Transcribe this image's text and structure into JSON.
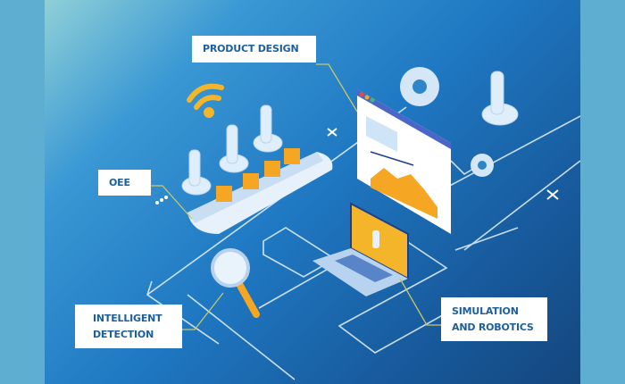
{
  "labels": {
    "product_design": "PRODUCT DESIGN",
    "oee": "OEE",
    "intelligent_detection_1": "INTELLIGENT",
    "intelligent_detection_2": "DETECTION",
    "simulation_1": "SIMULATION",
    "simulation_2": "AND ROBOTICS"
  },
  "colors": {
    "accent": "#f5a623",
    "label_text": "#1d5f9a",
    "frame": "#5eaed2"
  }
}
